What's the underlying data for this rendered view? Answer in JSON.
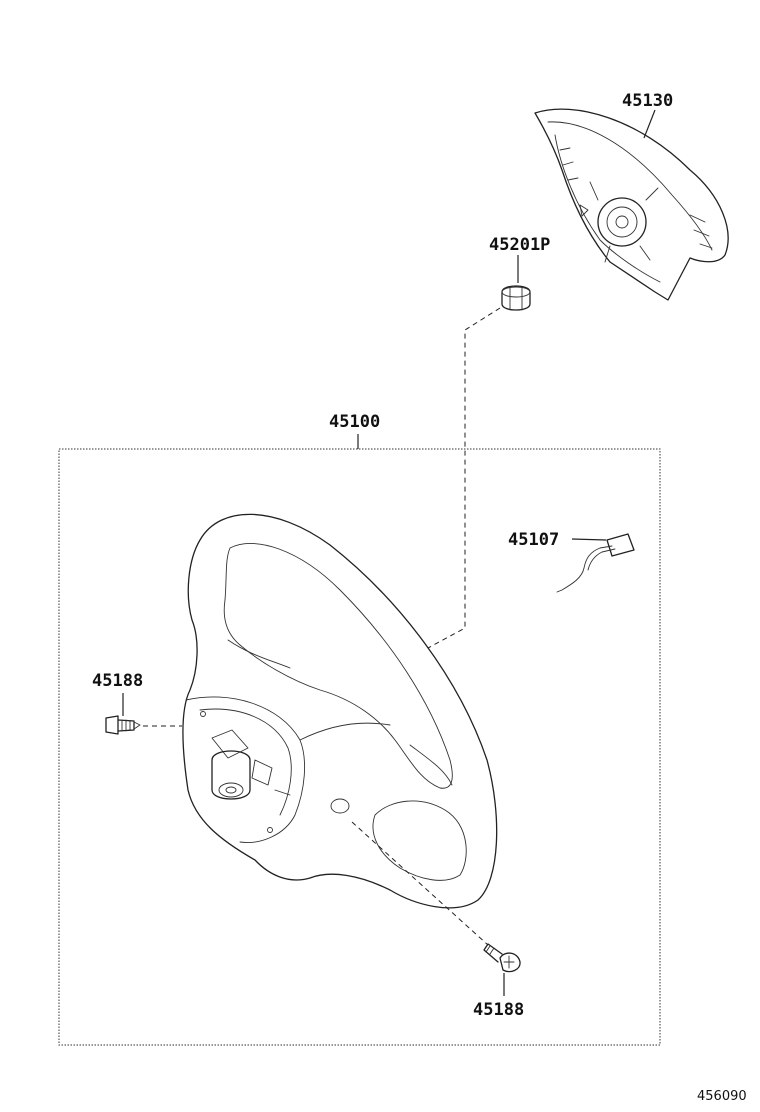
{
  "parts": {
    "horn_pad": "45130",
    "nut": "45201P",
    "steering_wheel_assy": "45100",
    "wire_connector": "45107",
    "screw_left": "45188",
    "screw_bottom": "45188"
  },
  "figure_id": "456090"
}
